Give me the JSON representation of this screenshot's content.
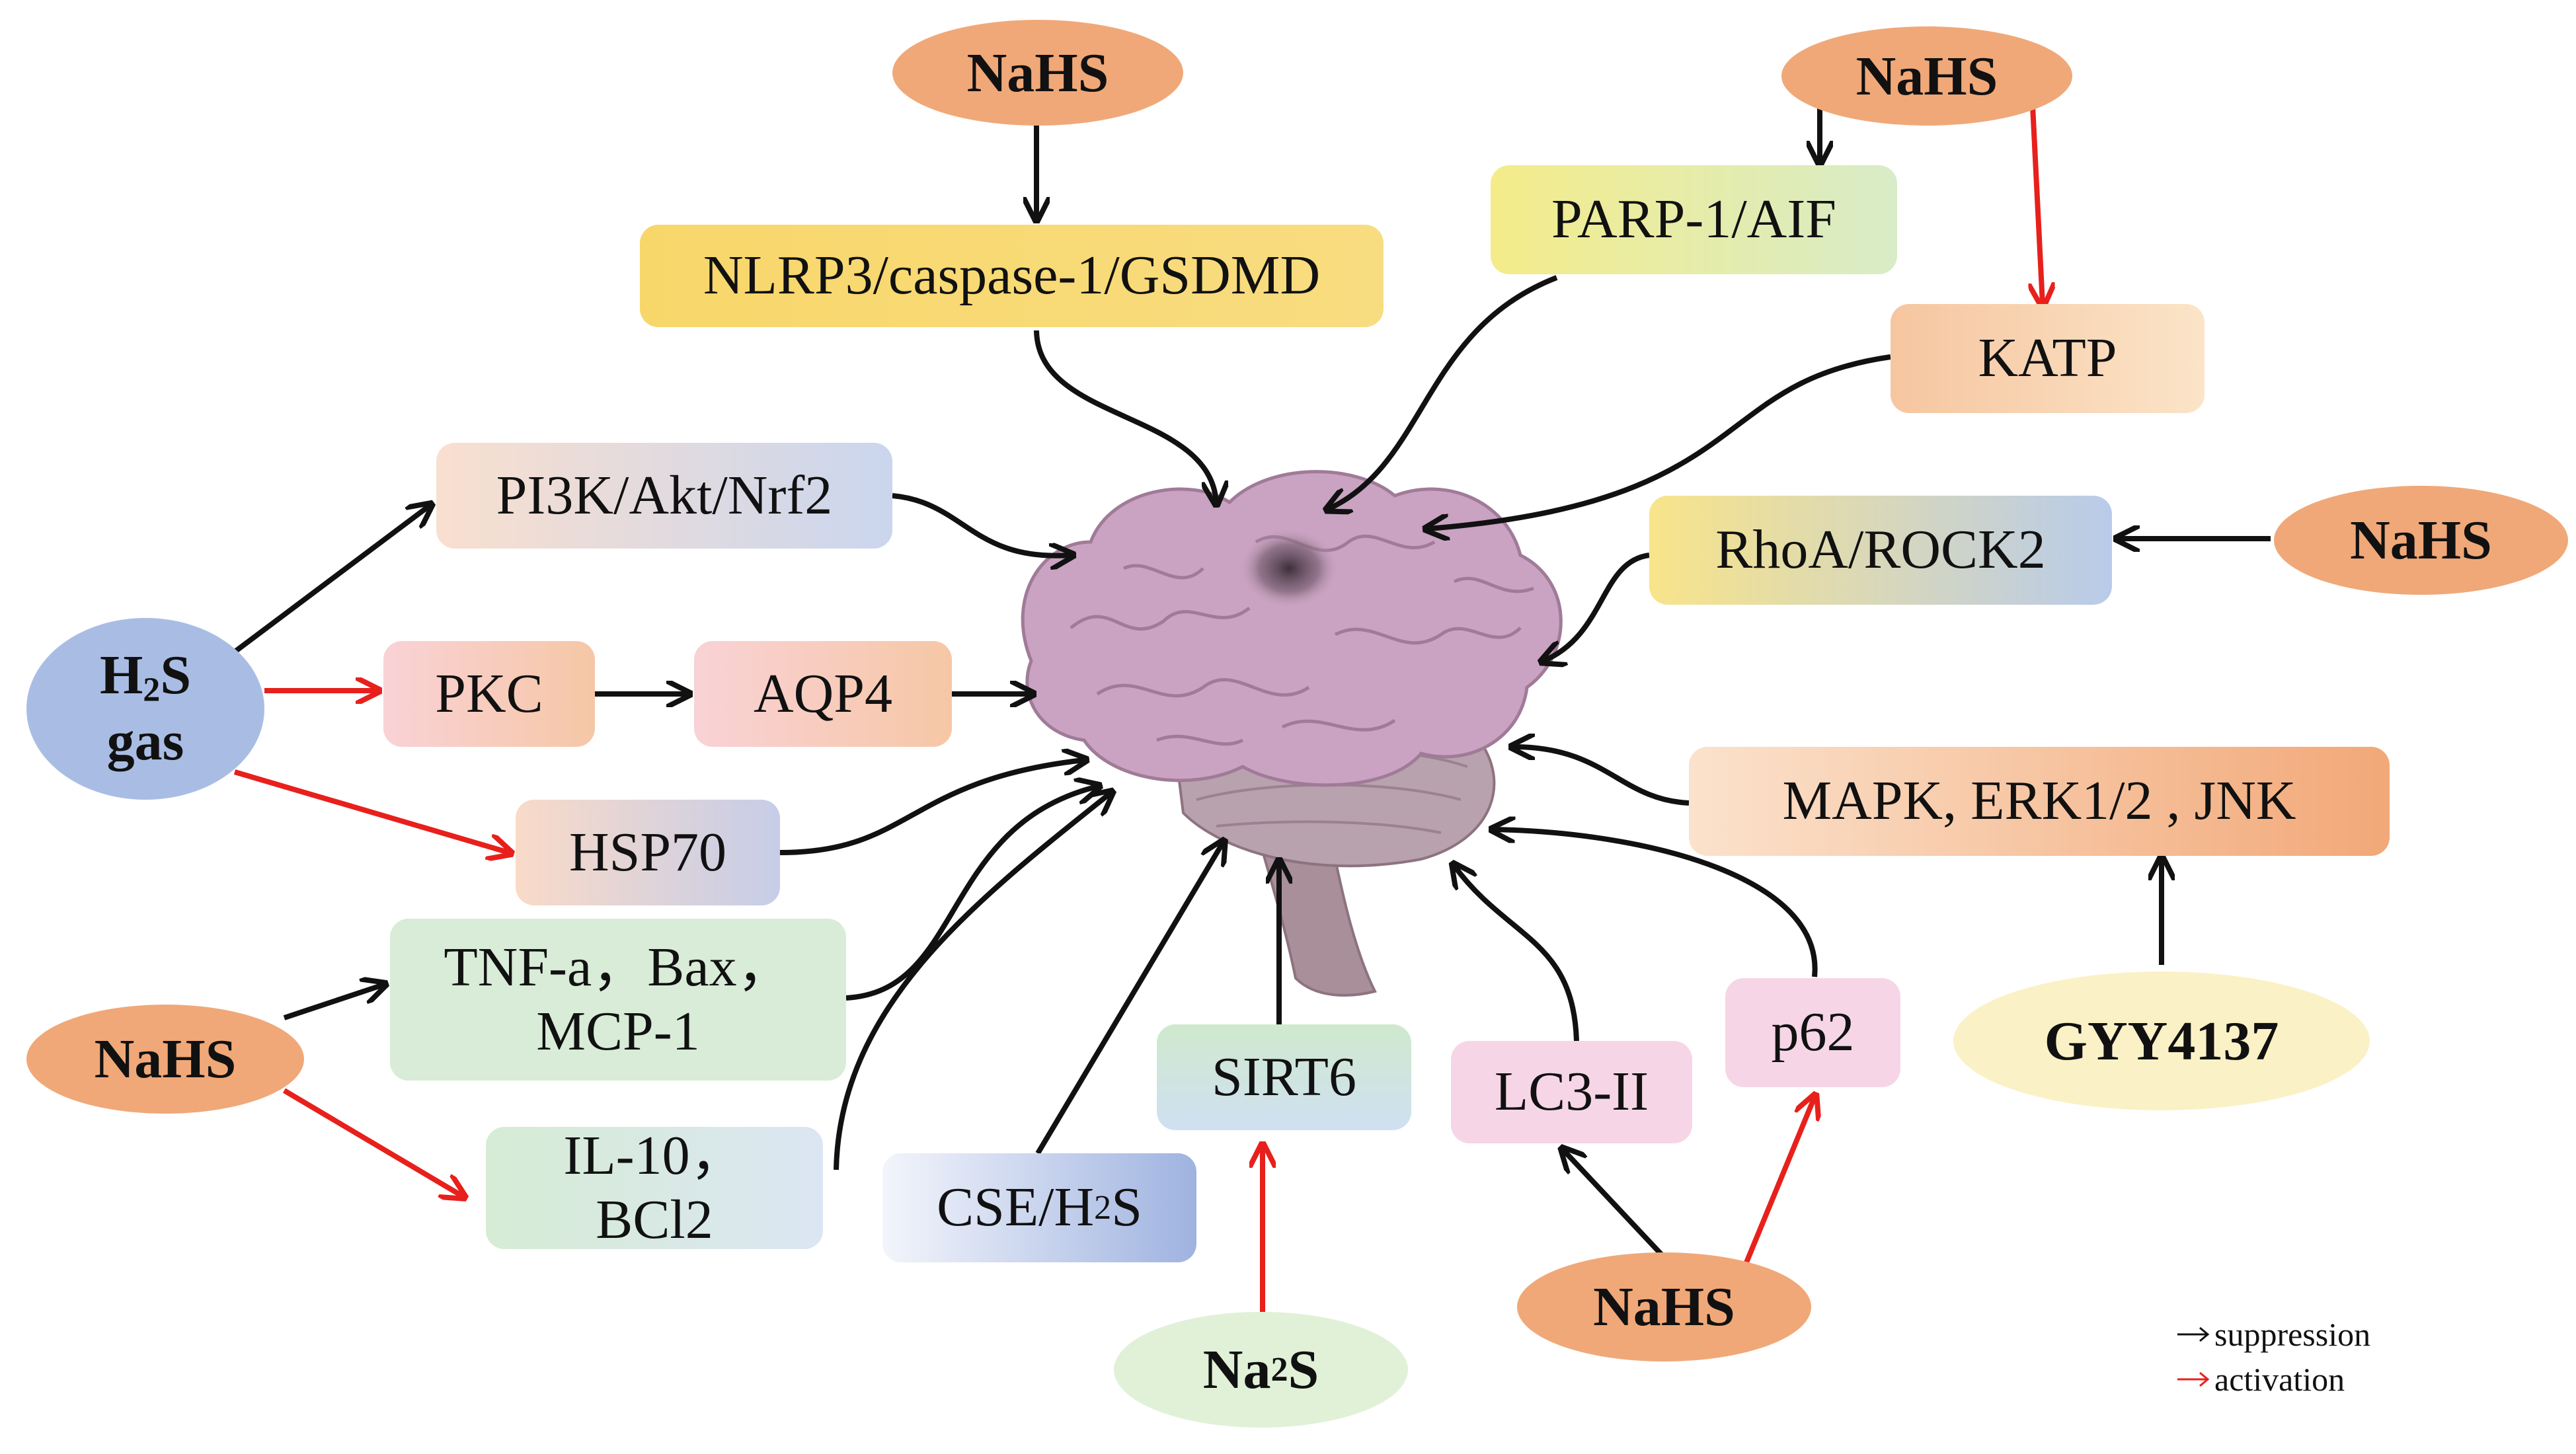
{
  "nodes": {
    "nahs_top": "NaHS",
    "nlrp3": "NLRP3/caspase-1/GSDMD",
    "nahs_top_right": "NaHS",
    "parp": "PARP-1/AIF",
    "katp": "KATP",
    "pi3k": "PI3K/Akt/Nrf2",
    "rhoa": "RhoA/ROCK2",
    "nahs_right": "NaHS",
    "h2s_gas_h": "H",
    "h2s_gas_sub": "2",
    "h2s_gas_s": "S",
    "h2s_gas_line2": "gas",
    "pkc": "PKC",
    "aqp4": "AQP4",
    "hsp70": "HSP70",
    "mapk": "MAPK, ERK1/2 , JNK",
    "tnf_line1": "TNF-a，Bax，",
    "tnf_line2": "MCP-1",
    "nahs_left": "NaHS",
    "il10_line1": "IL-10，",
    "il10_line2": "BCl2",
    "cse_main": "CSE/H",
    "cse_sub": "2",
    "cse_tail": "S",
    "sirt6": "SIRT6",
    "lc3": "LC3-II",
    "p62": "p62",
    "gyy": "GYY4137",
    "na2s_main": "Na",
    "na2s_sub": "2",
    "na2s_tail": "S",
    "nahs_bottom": "NaHS"
  },
  "legend": {
    "suppression": "suppression",
    "activation": "activation"
  },
  "colors": {
    "suppression_arrow": "#111111",
    "activation_arrow": "#e8201c",
    "nahs_oval": "#f0a878",
    "h2s_oval": "#a9bde4",
    "gyy_oval": "#fbf1c6",
    "na2s_oval": "#e0f1d8",
    "brain": "#c9a3c1"
  }
}
